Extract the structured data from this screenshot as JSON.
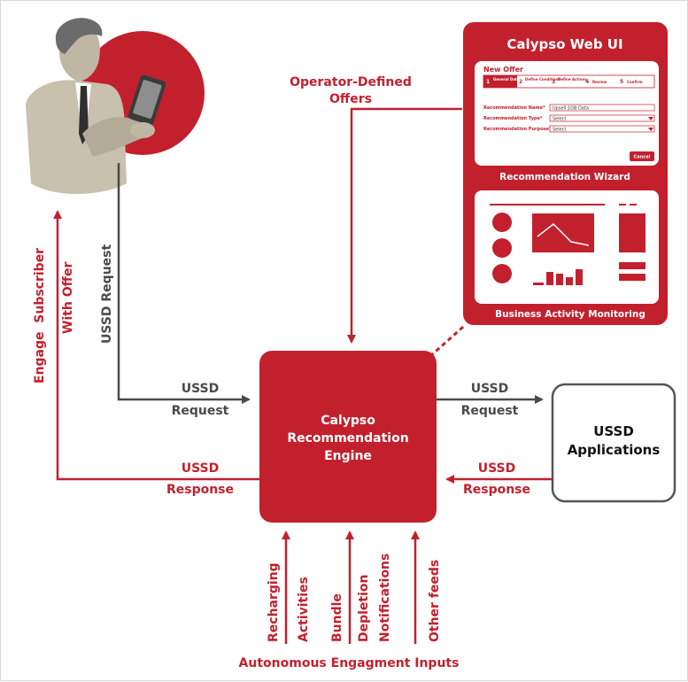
{
  "web_ui": {
    "title": "Calypso Web UI",
    "wizard": {
      "heading": "New Offer",
      "steps": [
        {
          "num": "1",
          "label": "General Data"
        },
        {
          "num": "2",
          "label": "Define Conditions"
        },
        {
          "num": "3",
          "label": "Define Actions"
        },
        {
          "num": "4",
          "label": "Review"
        },
        {
          "num": "5",
          "label": "Confirm"
        }
      ],
      "fields": [
        {
          "label": "Recommendation Name*",
          "value": "Upsell 1GB Data"
        },
        {
          "label": "Recommendation Type*",
          "value": "Select"
        },
        {
          "label": "Recommendation Purpose*",
          "value": "Select"
        }
      ],
      "cancel_label": "Cancel",
      "caption": "Recommendation Wizard"
    },
    "bam_caption": "Business Activity Monitoring"
  },
  "engine": {
    "line1": "Calypso",
    "line2": "Recommendation",
    "line3": "Engine"
  },
  "ussd_apps": {
    "line1": "USSD",
    "line2": "Applications"
  },
  "labels": {
    "operator_offers_1": "Operator-Defined",
    "operator_offers_2": "Offers",
    "engage_subscriber": "Engage  Subscriber",
    "with_offer": "With Offer",
    "ussd_request_vertical": "USSD Request",
    "left_request_1": "USSD",
    "left_request_2": "Request",
    "left_response_1": "USSD",
    "left_response_2": "Response",
    "right_request_1": "USSD",
    "right_request_2": "Request",
    "right_response_1": "USSD",
    "right_response_2": "Response"
  },
  "inputs": {
    "items": [
      "Recharging",
      "Activities",
      "Bundle",
      "Depletion",
      "Notifications",
      "Other feeds"
    ],
    "caption": "Autonomous Engagment Inputs"
  },
  "colors": {
    "brand_red": "#c3202e",
    "dark_gray": "#4a4a4a"
  }
}
